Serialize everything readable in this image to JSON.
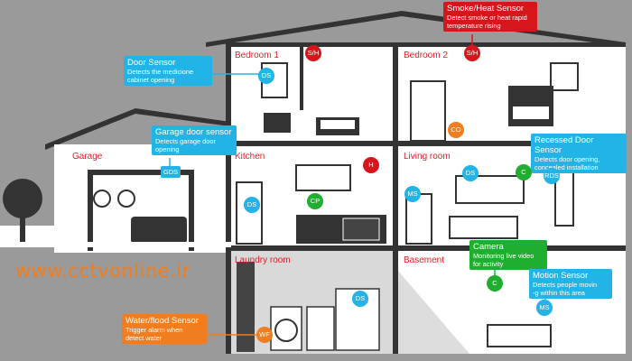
{
  "rooms": {
    "bedroom1": "Bedroom 1",
    "bedroom2": "Bedroom 2",
    "garage": "Garage",
    "kitchen": "Kitchen",
    "living_room": "Living room",
    "laundry_room": "Laundry room",
    "basement": "Basement"
  },
  "callouts": {
    "door_sensor": {
      "title": "Door Sensor",
      "line1": "Detects the medicione",
      "line2": "cabinet opening"
    },
    "smoke_heat": {
      "title": "Smoke/Heat Sensor",
      "line1": "Detect smoke or heat rapid",
      "line2": "temperature rising"
    },
    "garage_door": {
      "title": "Garage door sensor",
      "line1": "Detects garage door",
      "line2": "opening"
    },
    "recessed_door": {
      "title": "Recessed Door Sensor",
      "line1": "Detects door opening,",
      "line2": "concealed installation"
    },
    "camera": {
      "title": "Camera",
      "line1": "Monitoring live video",
      "line2": "for activity"
    },
    "motion": {
      "title": "Motion Sensor",
      "line1": "Detects people movin",
      "line2": "-g within this area"
    },
    "water_flood": {
      "title": "Water/flood Sensor",
      "line1": "Trigger alarm when",
      "line2": "detect water"
    }
  },
  "badges": {
    "sh1": "S/H",
    "sh2": "S/H",
    "ds_bath": "DS",
    "co": "CO",
    "h": "H",
    "gds": "GDS",
    "ds_kitchen": "DS",
    "cp": "CP",
    "ds_living": "DS",
    "c_living": "C",
    "rds": "RDS",
    "ms_living": "MS",
    "ds_laundry": "DS",
    "wf": "WF",
    "c_basement": "C",
    "ms_basement": "MS"
  },
  "website": "www.cctvonline.ir",
  "colors": {
    "cyan": "#22b4e6",
    "red": "#d7161c",
    "green": "#1fae2f",
    "orange": "#f07d1f",
    "room_label": "#e31e24"
  }
}
